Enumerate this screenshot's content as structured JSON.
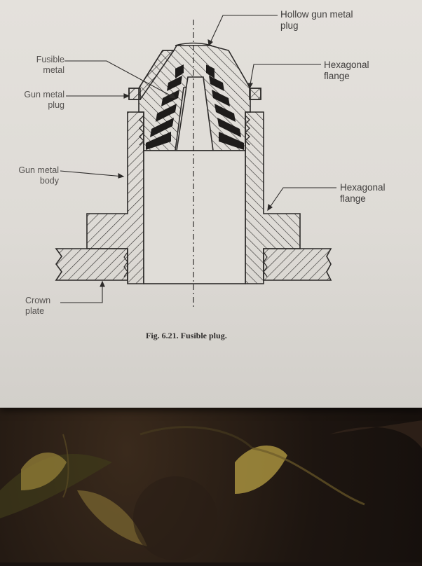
{
  "labels": {
    "hollow_plug": "Hollow gun metal\nplug",
    "fusible_metal": "Fusible\nmetal",
    "hex_flange_top": "Hexagonal\nflange",
    "gun_metal_plug": "Gun metal\nplug",
    "gun_metal_body": "Gun metal\nbody",
    "hex_flange_bottom": "Hexagonal\nflange",
    "crown_plate": "Crown\nplate"
  },
  "caption": "Fig. 6.21. Fusible plug.",
  "colors": {
    "paper": "#e0ddd8",
    "ink": "#2c2a29",
    "background_photo": "#1a1310",
    "leaf": "#a7903e"
  }
}
